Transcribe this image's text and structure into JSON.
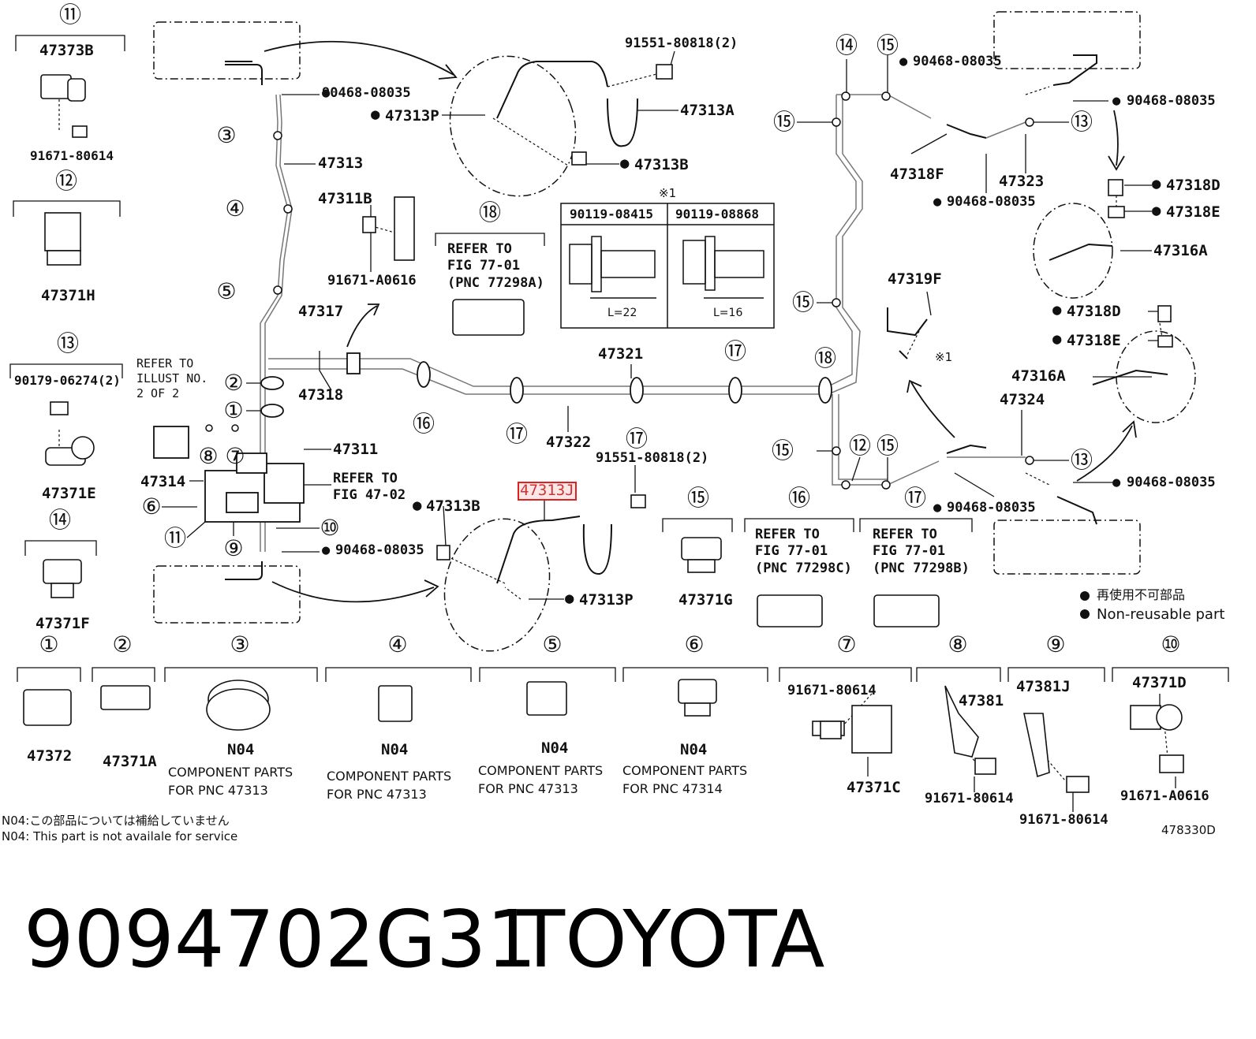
{
  "circled": [
    "①",
    "②",
    "③",
    "④",
    "⑤",
    "⑥",
    "⑦",
    "⑧",
    "⑨",
    "⑩",
    "⑪",
    "⑫",
    "⑬",
    "⑭",
    "⑮",
    "⑯",
    "⑰",
    "⑱"
  ],
  "labels": {
    "p47373B": "47373B",
    "p91671_80614_a": "91671-80614",
    "p47371H": "47371H",
    "p90179": "90179-06274(2)",
    "p47371E": "47371E",
    "p47371F": "47371F",
    "p90468_a": "90468-08035",
    "p47313P_a": "47313P",
    "p47313": "47313",
    "p47311B": "47311B",
    "p91671_A0616_a": "91671-A0616",
    "p47317": "47317",
    "p47318": "47318",
    "p47311": "47311",
    "p47314": "47314",
    "p90468_b": "90468-08035",
    "p91551_a": "91551-80818(2)",
    "p47313A": "47313A",
    "p47313B_a": "47313B",
    "p90119_08415": "90119-08415",
    "p90119_08868": "90119-08868",
    "pL22": "L=22",
    "pL16": "L=16",
    "p47321": "47321",
    "p47322": "47322",
    "p91551_b": "91551-80818(2)",
    "p47313J": "47313J",
    "p47313B_b": "47313B",
    "p47313P_b": "47313P",
    "p47371G": "47371G",
    "p90468_c": "90468-08035",
    "p47318F": "47318F",
    "p90468_d": "90468-08035",
    "p47323": "47323",
    "p90468_e": "90468-08035",
    "p47318D_a": "47318D",
    "p47318E_a": "47318E",
    "p47316A_a": "47316A",
    "p47319F": "47319F",
    "p47318D_b": "47318D",
    "p47318E_b": "47318E",
    "p47316A_b": "47316A",
    "p47324": "47324",
    "p90468_f": "90468-08035",
    "p90468_g": "90468-08035",
    "p47372": "47372",
    "p47371A": "47371A",
    "pN04_3": "N04",
    "pN04_4": "N04",
    "pN04_5": "N04",
    "pN04_6": "N04",
    "p91671_80614_b": "91671-80614",
    "p47371C": "47371C",
    "p47381": "47381",
    "p91671_80614_c": "91671-80614",
    "p47381J": "47381J",
    "p91671_80614_d": "91671-80614",
    "p47371D": "47371D",
    "p91671_A0616_b": "91671-A0616",
    "x1": "※1",
    "x1b": "※1"
  },
  "refers": {
    "r18": "REFER TO\nFIG 77-01\n(PNC 77298A)",
    "r16": "REFER TO\nFIG 77-01\n(PNC 77298C)",
    "r17": "REFER TO\nFIG 77-01\n(PNC 77298B)",
    "rIllust": "REFER TO\nILLUST NO.\n2 OF 2",
    "r4702": "REFER TO\nFIG 47-02"
  },
  "components": {
    "c3a": "COMPONENT PARTS",
    "c3b": "FOR PNC 47313",
    "c4a": "COMPONENT PARTS",
    "c4b": "FOR PNC 47313",
    "c5a": "COMPONENT PARTS",
    "c5b": "FOR PNC 47313",
    "c6a": "COMPONENT PARTS",
    "c6b": "FOR PNC 47314"
  },
  "legend": {
    "jp": "再使用不可部品",
    "en": "Non-reusable part"
  },
  "notes": {
    "jp": "N04:この部品については補給していません",
    "en": "N04: This part is not availale for service",
    "code": "478330D"
  },
  "footer": {
    "part_number": "9094702G31",
    "brand": "TOYOTA"
  }
}
